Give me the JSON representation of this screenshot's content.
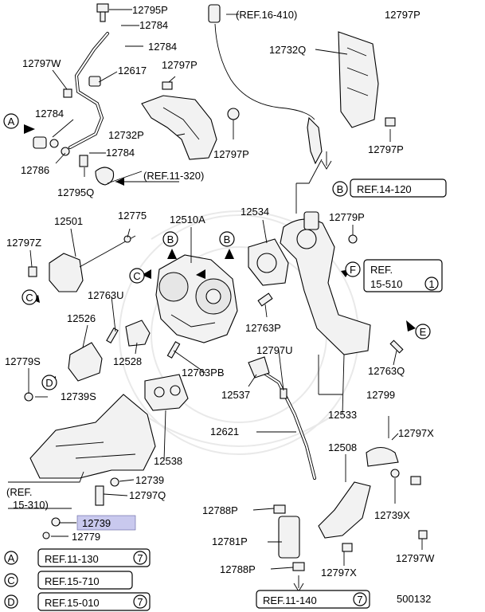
{
  "diagram_id": "500132",
  "highlighted_part": "12739",
  "part_labels": [
    {
      "id": "l12795p_top",
      "text": "12795P"
    },
    {
      "id": "l12784_a",
      "text": "12784"
    },
    {
      "id": "l12784_b",
      "text": "12784"
    },
    {
      "id": "l12797w_a",
      "text": "12797W"
    },
    {
      "id": "l12617",
      "text": "12617"
    },
    {
      "id": "l12797p_a",
      "text": "12797P"
    },
    {
      "id": "l12784_c",
      "text": "12784"
    },
    {
      "id": "l12732p",
      "text": "12732P"
    },
    {
      "id": "l12784_d",
      "text": "12784"
    },
    {
      "id": "l12786",
      "text": "12786"
    },
    {
      "id": "l12795q",
      "text": "12795Q"
    },
    {
      "id": "l12797p_b",
      "text": "12797P"
    },
    {
      "id": "l12797p_c",
      "text": "12797P"
    },
    {
      "id": "l12732q",
      "text": "12732Q"
    },
    {
      "id": "l12797p_d",
      "text": "12797P"
    },
    {
      "id": "l12501",
      "text": "12501"
    },
    {
      "id": "l12775",
      "text": "12775"
    },
    {
      "id": "l12510a",
      "text": "12510A"
    },
    {
      "id": "l12534",
      "text": "12534"
    },
    {
      "id": "l12779p",
      "text": "12779P"
    },
    {
      "id": "l12797z",
      "text": "12797Z"
    },
    {
      "id": "l12763u",
      "text": "12763U"
    },
    {
      "id": "l12526",
      "text": "12526"
    },
    {
      "id": "l12763p",
      "text": "12763P"
    },
    {
      "id": "l12779s",
      "text": "12779S"
    },
    {
      "id": "l12528",
      "text": "12528"
    },
    {
      "id": "l12797u",
      "text": "12797U"
    },
    {
      "id": "l12763q",
      "text": "12763Q"
    },
    {
      "id": "l12763pb",
      "text": "12763PB"
    },
    {
      "id": "l12739s",
      "text": "12739S"
    },
    {
      "id": "l12537",
      "text": "12537"
    },
    {
      "id": "l12799",
      "text": "12799"
    },
    {
      "id": "l12533",
      "text": "12533"
    },
    {
      "id": "l12621",
      "text": "12621"
    },
    {
      "id": "l12797x_a",
      "text": "12797X"
    },
    {
      "id": "l12508",
      "text": "12508"
    },
    {
      "id": "l12538",
      "text": "12538"
    },
    {
      "id": "l12739_a",
      "text": "12739"
    },
    {
      "id": "l12797q",
      "text": "12797Q"
    },
    {
      "id": "l12788p_a",
      "text": "12788P"
    },
    {
      "id": "l12739x",
      "text": "12739X"
    },
    {
      "id": "l12739_hl",
      "text": "12739"
    },
    {
      "id": "l12779",
      "text": "12779"
    },
    {
      "id": "l12781p",
      "text": "12781P"
    },
    {
      "id": "l12797w_b",
      "text": "12797W"
    },
    {
      "id": "l12788p_b",
      "text": "12788P"
    },
    {
      "id": "l12797x_b",
      "text": "12797X"
    }
  ],
  "references": {
    "ref16_410": "(REF.16-410)",
    "ref11_320": "(REF.11-320)",
    "ref14_120": "REF.14-120",
    "ref15_510_a": "REF.",
    "ref15_510_b": "15-510",
    "ref15_510_num": "1",
    "ref15_310_a": "(REF.",
    "ref15_310_b": "15-310)",
    "ref11_130": "REF.11-130",
    "ref11_130_num": "7",
    "ref15_710": "REF.15-710",
    "ref15_010": "REF.15-010",
    "ref15_010_num": "7",
    "ref11_140": "REF.11-140",
    "ref11_140_num": "7"
  },
  "callout_letters": {
    "a": "A",
    "b": "B",
    "c": "C",
    "d": "D",
    "e": "E",
    "f": "F"
  }
}
